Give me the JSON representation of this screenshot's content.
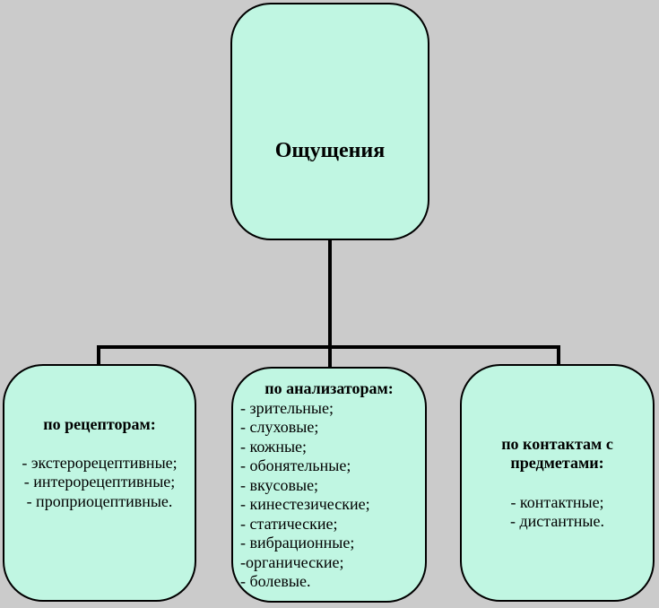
{
  "colors": {
    "background": "#cbcbcb",
    "box_fill": "#c0f6e2",
    "box_border": "#000000",
    "connector": "#000000",
    "text": "#000000"
  },
  "root_box": {
    "label": "Ощущения"
  },
  "branch_boxes": [
    {
      "header": "по рецепторам:",
      "items": [
        "- экстерорецептивные;",
        "- интерорецептивные;",
        "- проприоцептивные."
      ]
    },
    {
      "header": "по анализаторам:",
      "items": [
        "- зрительные;",
        "- слуховые;",
        "- кожные;",
        "- обонятельные;",
        "- вкусовые;",
        "- кинестезические;",
        "- статические;",
        "- вибрационные;",
        "-органические;",
        "- болевые."
      ]
    },
    {
      "header": "по контактам с предметами:",
      "items": [
        "- контактные;",
        "- дистантные."
      ]
    }
  ]
}
